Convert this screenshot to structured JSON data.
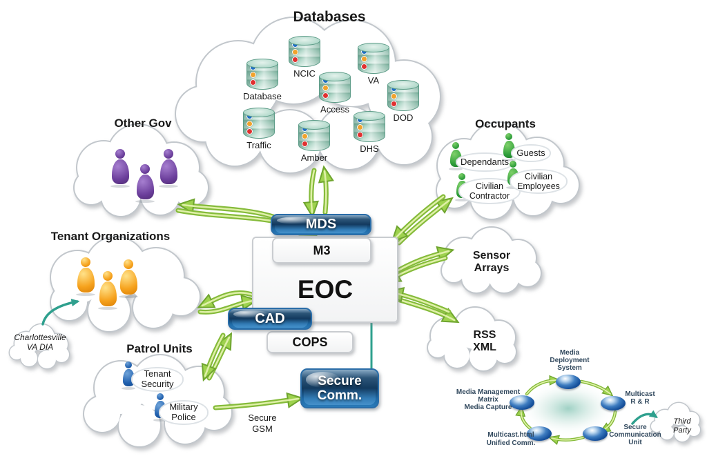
{
  "clouds": {
    "databases": {
      "title": "Databases",
      "cylinders": [
        {
          "label": "Database"
        },
        {
          "label": "NCIC"
        },
        {
          "label": "VA"
        },
        {
          "label": "Access"
        },
        {
          "label": "DOD"
        },
        {
          "label": "Traffic"
        },
        {
          "label": "Amber"
        },
        {
          "label": "DHS"
        }
      ]
    },
    "other_gov": {
      "title": "Other Gov"
    },
    "occupants": {
      "title": "Occupants",
      "members": {
        "dependants": {
          "label": "Dependants"
        },
        "guests": {
          "label": "Guests"
        },
        "civilian_contractor": {
          "line1": "Civilian",
          "line2": "Contractor"
        },
        "civilian_employees": {
          "line1": "Civilian",
          "line2": "Employees"
        }
      }
    },
    "tenant_organizations": {
      "title": "Tenant Organizations"
    },
    "charlottesville": {
      "line1": "Charlottesville",
      "line2": "VA DIA"
    },
    "patrol_units": {
      "title": "Patrol Units",
      "members": {
        "tenant_security": {
          "line1": "Tenant",
          "line2": "Security"
        },
        "military_police": {
          "line1": "Military",
          "line2": "Police"
        }
      }
    },
    "sensor_arrays": {
      "line1": "Sensor",
      "line2": "Arrays"
    },
    "rss_xml": {
      "line1": "RSS",
      "line2": "XML"
    },
    "third_party": {
      "line1": "Third",
      "line2": "Party"
    }
  },
  "center": {
    "mds": "MDS",
    "m3": "M3",
    "eoc": "EOC",
    "cad": "CAD",
    "cops": "COPS",
    "secure_comm": {
      "line1": "Secure",
      "line2": "Comm."
    },
    "secure_gsm": {
      "line1": "Secure",
      "line2": "GSM"
    }
  },
  "media_cycle": {
    "deployment": {
      "l1": "Media",
      "l2": "Deployment",
      "l3": "System"
    },
    "multicast_rr": {
      "l1": "Multicast",
      "l2": "R & R"
    },
    "secure_comm_unit": {
      "l1": "Secure",
      "l2": "Communication",
      "l3": "Unit"
    },
    "multicast_html": {
      "l1": "Multicast.html",
      "l2": "Unified Comm."
    },
    "media_management": {
      "l1": "Media Management",
      "l2": "Matrix",
      "l3": "Media Capture"
    }
  },
  "colors": {
    "arrow_green": "#8dc63f",
    "arrow_green_light": "#dff0a8",
    "teal": "#2fa08e",
    "pill_blue": "#1e6aa6",
    "cylinder_teal": "#9ecfbe",
    "person_purple": "#6a3d9a",
    "person_orange": "#f6a21d",
    "person_green": "#2e9e3a",
    "person_blue": "#1f5fae",
    "media_node_blue": "#16509b"
  }
}
